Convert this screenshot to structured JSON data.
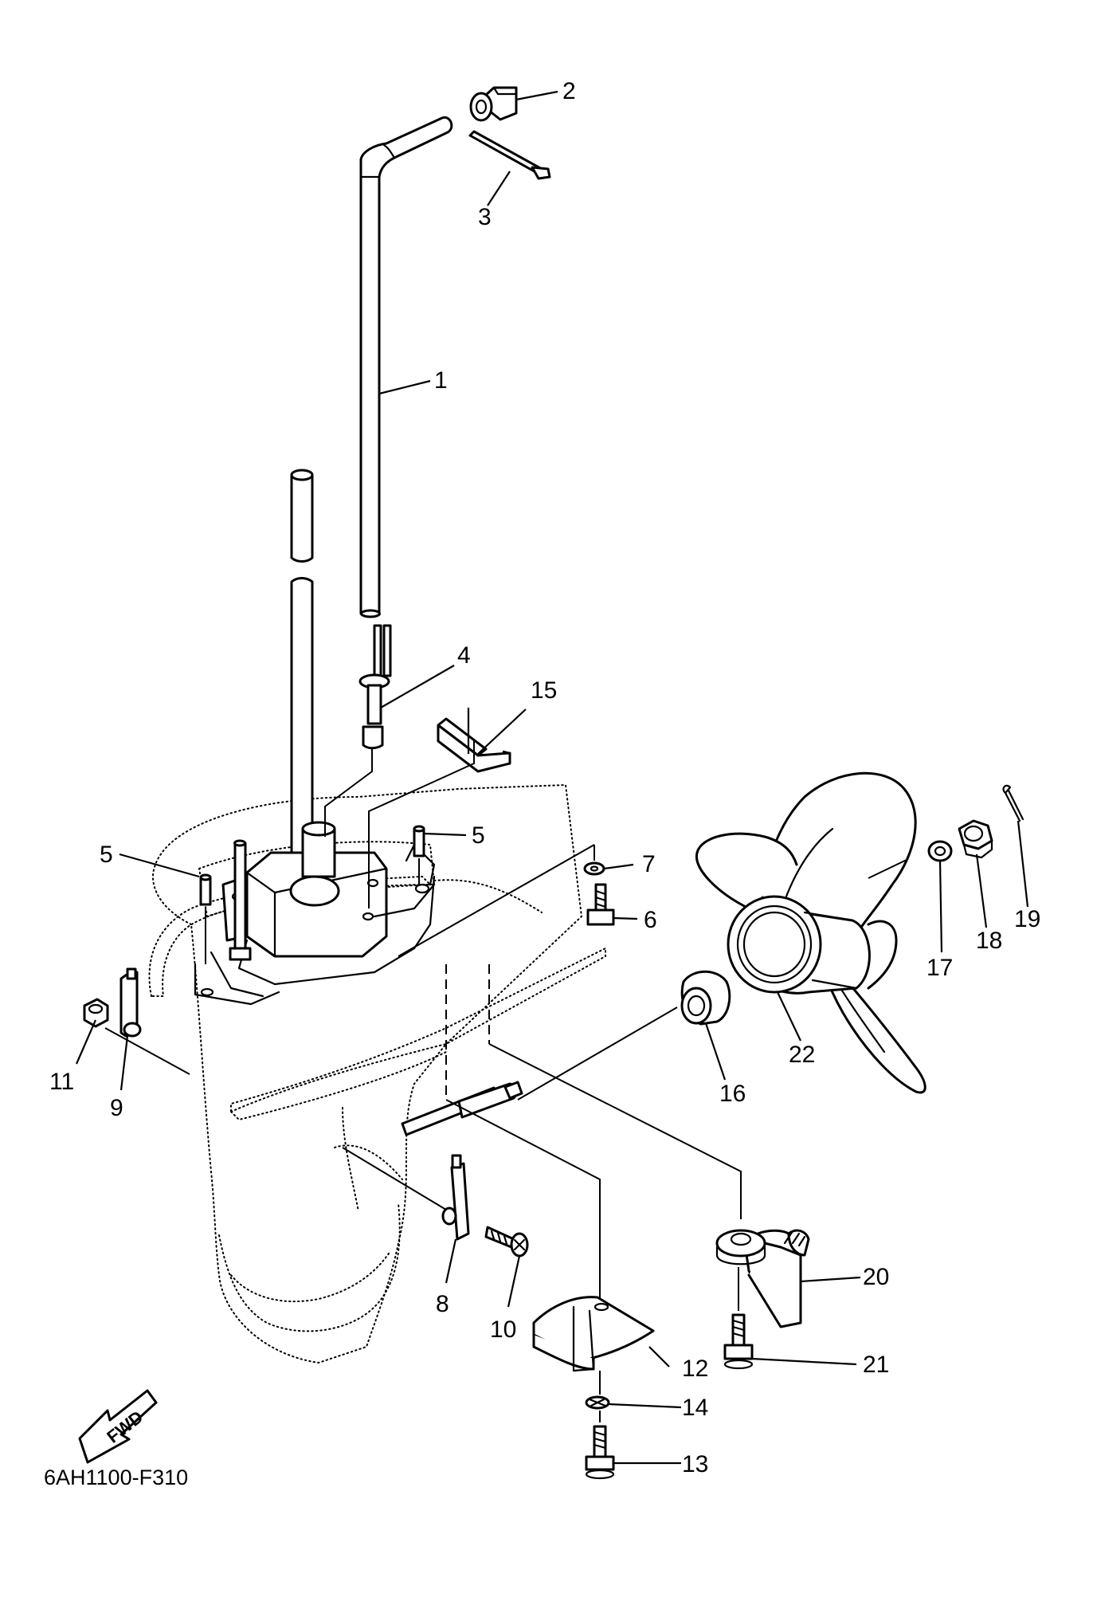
{
  "diagram": {
    "drawing_code": "6AH1100-F310",
    "direction_marker": "FWD",
    "callouts": [
      {
        "id": "c1",
        "label": "1"
      },
      {
        "id": "c2",
        "label": "2"
      },
      {
        "id": "c3",
        "label": "3"
      },
      {
        "id": "c4",
        "label": "4"
      },
      {
        "id": "c5a",
        "label": "5"
      },
      {
        "id": "c5b",
        "label": "5"
      },
      {
        "id": "c6",
        "label": "6"
      },
      {
        "id": "c7",
        "label": "7"
      },
      {
        "id": "c8",
        "label": "8"
      },
      {
        "id": "c9",
        "label": "9"
      },
      {
        "id": "c10",
        "label": "10"
      },
      {
        "id": "c11",
        "label": "11"
      },
      {
        "id": "c12",
        "label": "12"
      },
      {
        "id": "c13",
        "label": "13"
      },
      {
        "id": "c14",
        "label": "14"
      },
      {
        "id": "c15",
        "label": "15"
      },
      {
        "id": "c16",
        "label": "16"
      },
      {
        "id": "c17",
        "label": "17"
      },
      {
        "id": "c18",
        "label": "18"
      },
      {
        "id": "c19",
        "label": "19"
      },
      {
        "id": "c20",
        "label": "20"
      },
      {
        "id": "c21",
        "label": "21"
      },
      {
        "id": "c22",
        "label": "22"
      }
    ]
  }
}
